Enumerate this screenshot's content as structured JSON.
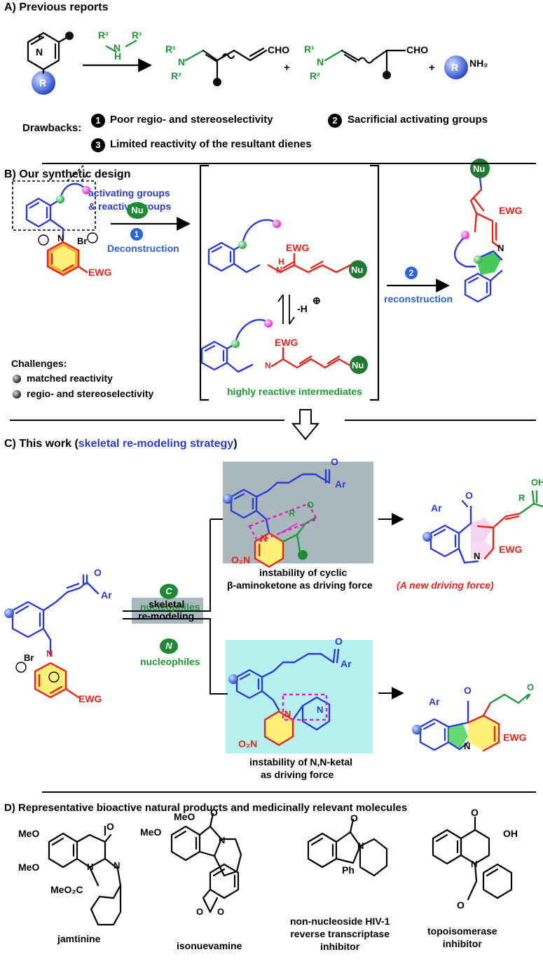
{
  "sectionA": {
    "title": "A) Previous reports",
    "amine_r2": "R²",
    "amine_n": "N",
    "amine_r1": "R¹",
    "amine_h": "H",
    "p1_cho": "CHO",
    "p1_r1": "R¹",
    "p1_n": "N",
    "p1_r2": "R²",
    "plus1": "+",
    "p2_cho": "CHO",
    "p2_r1": "R¹",
    "p2_n": "N",
    "p2_r2": "R²",
    "plus2": "+",
    "p3_r": "R",
    "p3_nh2": "NH₂",
    "pyr_n": "N",
    "pyr_r": "R",
    "pyr_plus": "+",
    "drawbacks_label": "Drawbacks:",
    "drawbacks": [
      {
        "num": "1",
        "text": "Poor regio- and stereoselectivity"
      },
      {
        "num": "2",
        "text": "Sacrificial activating groups"
      },
      {
        "num": "3",
        "text": "Limited reactivity of the resultant dienes"
      }
    ]
  },
  "sectionB": {
    "title": "B) Our synthetic design",
    "callout_line1": "activating groups",
    "callout_line2": "& reactive groups",
    "nu": "Nu",
    "step1_num": "1",
    "step1_label": "Deconstruction",
    "step2_num": "2",
    "step2_label": "reconstruction",
    "br": "Br",
    "minus": "−",
    "n_plus": "N",
    "ewg": "EWG",
    "int1_h": "H",
    "int1_n": "N",
    "int1_ewg": "EWG",
    "int1_nu": "Nu",
    "equil_label": "-H",
    "int2_n": "N",
    "int2_ewg": "EWG",
    "int2_nu": "Nu",
    "highly_reactive": "highly reactive intermediates",
    "product_nu": "Nu",
    "product_ewg": "EWG",
    "product_n": "N",
    "challenges_title": "Challenges:",
    "challenges": [
      "matched reactivity",
      "regio- and stereoselectivity"
    ]
  },
  "sectionC": {
    "title_prefix": "C) This work (",
    "title_highlight": "skeletal re-modeling strategy",
    "title_suffix": ")",
    "c_badge": "C",
    "c_label": "nucleophiles",
    "n_badge": "N",
    "n_label": "nucleophiles",
    "center_box_line1": "skeletal",
    "center_box_line2": "re-modeling",
    "sm_o": "O",
    "sm_ar": "Ar",
    "sm_br": "Br",
    "sm_n": "N",
    "sm_ewg": "EWG",
    "top_int_o": "O",
    "top_int_ar": "Ar",
    "top_int_r": "R",
    "top_int_o2": "O",
    "top_int_n": "N",
    "top_int_no2": "O₂N",
    "top_caption_line1": "instability of cyclic",
    "top_caption_line2": "β-aminoketone as driving force",
    "top_prod_ar": "Ar",
    "top_prod_o": "O",
    "top_prod_r": "R",
    "top_prod_oh": "OH",
    "top_prod_n": "N",
    "top_prod_ewg": "EWG",
    "new_driving_force": "(A new driving force)",
    "bot_int_o": "O",
    "bot_int_ar": "Ar",
    "bot_int_n1": "N",
    "bot_int_n2": "N",
    "bot_int_no2": "O₂N",
    "bot_caption_line1": "instability of N,N-ketal",
    "bot_caption_line2": "as driving force",
    "bot_prod_ar": "Ar",
    "bot_prod_o": "O",
    "bot_prod_o2": "O",
    "bot_prod_n": "N",
    "bot_prod_ewg": "EWG"
  },
  "sectionD": {
    "title": "D) Representative bioactive natural products and medicinally relevant molecules",
    "jam_meo1": "MeO",
    "jam_meo2": "MeO",
    "jam_h": "H",
    "jam_n": "N",
    "jam_o": "O",
    "jam_co2me": "MeO₂C",
    "iso_meo1": "MeO",
    "iso_meo2": "MeO",
    "iso_o": "O",
    "iso_n": "N",
    "iso_o1": "O",
    "iso_o2": "O",
    "hiv_o": "O",
    "hiv_n": "N",
    "hiv_ph": "Ph",
    "topo_o1": "O",
    "topo_oh": "OH",
    "topo_n": "N",
    "topo_o2": "O",
    "compounds": [
      {
        "name": "jamtinine"
      },
      {
        "name": "isonuevamine"
      },
      {
        "name": "non-nucleoside HIV-1\nreverse transcriptase\ninhibitor"
      },
      {
        "name": "topoisomerase\ninhibitor"
      }
    ]
  },
  "colors": {
    "blue": "#2b3bd8",
    "red": "#e8261c",
    "green": "#1f9a35",
    "gray_box": "#a9b8bd",
    "cyan_box": "#b5f0ef",
    "yellow": "#fff27a"
  }
}
